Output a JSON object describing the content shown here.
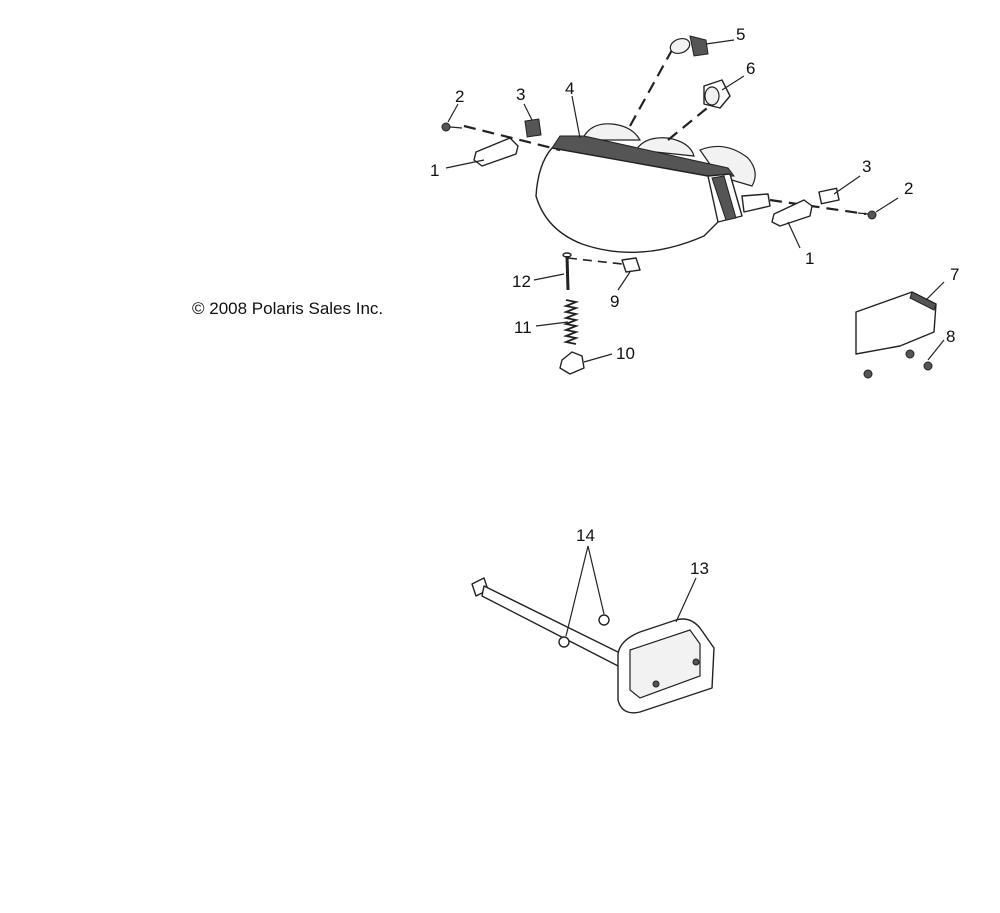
{
  "copyright": "© 2008 Polaris Sales Inc.",
  "callouts": {
    "c1a": "1",
    "c1b": "1",
    "c2a": "2",
    "c2b": "2",
    "c3a": "3",
    "c3b": "3",
    "c4": "4",
    "c5": "5",
    "c6": "6",
    "c7": "7",
    "c8": "8",
    "c9": "9",
    "c10": "10",
    "c11": "11",
    "c12": "12",
    "c13": "13",
    "c14": "14"
  }
}
